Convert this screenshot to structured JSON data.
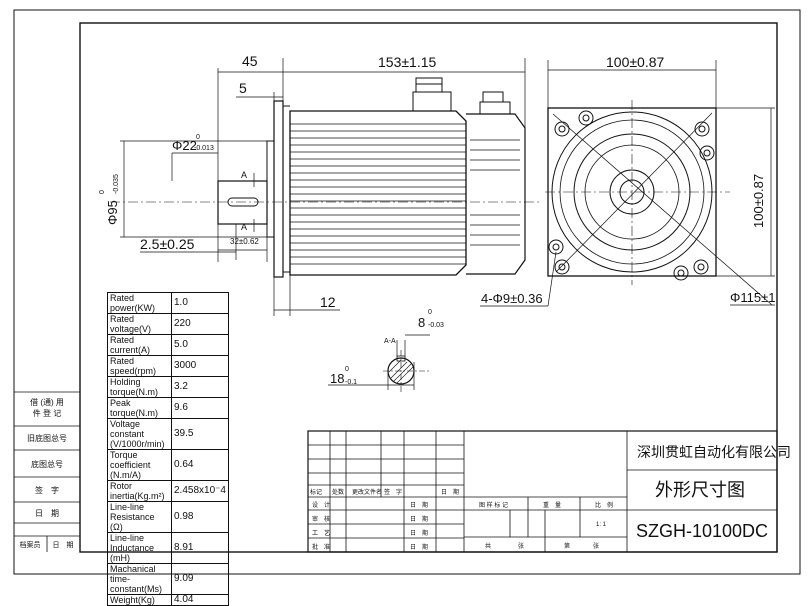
{
  "dimensions": {
    "d45": "45",
    "d5": "5",
    "d153": "153±1.15",
    "d100w": "100±0.87",
    "d100h": "100±0.87",
    "shaft_dia_main": "Φ22",
    "shaft_dia_tol_top": "0",
    "shaft_dia_tol_bot": "-0.013",
    "flange_dia_main": "Φ95",
    "flange_dia_tol_top": "0",
    "flange_dia_tol_bot": "-0.035",
    "d2_5": "2.5±0.25",
    "d32": "32±0.62",
    "d12": "12",
    "holes": "4-Φ9±0.36",
    "pcd": "Φ115±1",
    "key_w_main": "8",
    "key_w_tol_top": "0",
    "key_w_tol_bot": "-0.03",
    "key_h_main": "18",
    "key_h_tol_top": "0",
    "key_h_tol_bot": "-0.1",
    "section": "A-A",
    "marker_a": "A"
  },
  "specs": [
    {
      "label": "Rated power(KW)",
      "value": "1.0"
    },
    {
      "label": "Rated voltage(V)",
      "value": "220"
    },
    {
      "label": "Rated current(A)",
      "value": "5.0"
    },
    {
      "label": "Rated speed(rpm)",
      "value": "3000"
    },
    {
      "label": "Holding torque(N.m)",
      "value": "3.2"
    },
    {
      "label": "Peak torque(N.m)",
      "value": "9.6"
    },
    {
      "label": "Voltage constant (V/1000r/min)",
      "value": "39.5"
    },
    {
      "label": "Torque coefficient (N.m/A)",
      "value": "0.64"
    },
    {
      "label": "Rotor inertia(Kg.m²)",
      "value": "2.458x10⁻4"
    },
    {
      "label": "Line-line Resistance (Ω)",
      "value": "0.98"
    },
    {
      "label": "Line-line Inductance (mH)",
      "value": "8.91"
    },
    {
      "label": "Machanical time-constant(Ms)",
      "value": "9.09"
    },
    {
      "label": "Weight(Kg)",
      "value": "4.04"
    }
  ],
  "sidebar": {
    "usage": "借(通)用件登记",
    "old_drawing": "旧底图总号",
    "base_drawing": "底图总号",
    "sign": "签　字",
    "date": "日　期",
    "archivist": "档案员",
    "archive_date": "日　期"
  },
  "title_block": {
    "company": "深圳贯虹自动化有限公司",
    "drawing_title": "外形尺寸图",
    "model": "SZGH-10100DC",
    "headers": [
      "标记",
      "处数",
      "更改文件名",
      "签　字",
      "日　期"
    ],
    "roles": [
      "设　计",
      "审　核",
      "工　艺",
      "批　准"
    ],
    "date_label": "日　期",
    "drawing_mark": "图 样 标 记",
    "weight": "重　量",
    "scale": "比　例",
    "scale_value": "1: 1",
    "total": "共",
    "sheets": "张",
    "sheet_no": "第",
    "sheet_suffix": "张"
  }
}
